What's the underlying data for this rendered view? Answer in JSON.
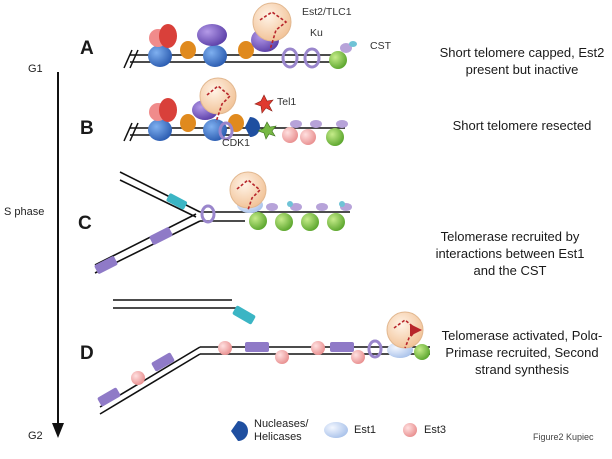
{
  "phases": {
    "g1": "G1",
    "s_phase": "S phase",
    "g2": "G2"
  },
  "panels": [
    {
      "letter": "A",
      "caption": "Short telomere capped, Est2 present but inactive"
    },
    {
      "letter": "B",
      "caption": "Short telomere resected"
    },
    {
      "letter": "C",
      "caption": "Telomerase recruited by interactions between Est1 and the CST"
    },
    {
      "letter": "D",
      "caption": "Telomerase activated, Polα-Primase recruited, Second strand synthesis"
    }
  ],
  "labels": {
    "est2_tlc1": "Est2/TLC1",
    "ku": "Ku",
    "cst": "CST",
    "tel1": "Tel1",
    "cdk1": "CDK1"
  },
  "legend": [
    {
      "icon": "pacman-icon",
      "label": "Nucleases/ Helicases"
    },
    {
      "icon": "est1-ellipse-icon",
      "label": "Est1"
    },
    {
      "icon": "est3-circle-icon",
      "label": "Est3"
    }
  ],
  "credit": "Figure2 Kupiec",
  "colors": {
    "dna": "#1a1a1a",
    "nucleosome_blue": "#3a6fc4",
    "rap1_red": "#d9403a",
    "purple_complex": "#7b5bbf",
    "orange": "#e08a1e",
    "telomerase_peach": "#f4cfa8",
    "rna_red": "#b8262b",
    "ku_purple": "#b7a3d9",
    "cst_green": "#7cc242",
    "est3_pink": "#f0a4a4",
    "est1_blue": "#c9d8f2",
    "primer_purple": "#8f7ac7",
    "primer_teal": "#3bb5c4",
    "tel1_red": "#e03a2f",
    "cdk1_green": "#77b844"
  }
}
